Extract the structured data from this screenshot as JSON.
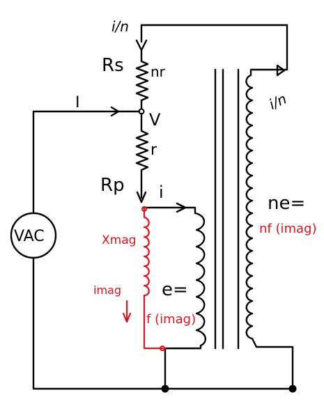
{
  "labels": {
    "i_over_n_top": "i/n",
    "i_over_n_secondary": "i/n",
    "rs": "Rs",
    "nr": "nr",
    "current_I": "I",
    "node_V": "V",
    "r": "r",
    "rp": "Rp",
    "current_i": "i",
    "source": "VAC",
    "secondary_emf": "ne=",
    "secondary_emf_value": "nf (imag)",
    "xmag": "Xmag",
    "imag": "imag",
    "primary_emf": "e=",
    "primary_emf_value": "f (imag)"
  },
  "colors": {
    "ink": "#000000",
    "annotation": "#e0141e"
  }
}
